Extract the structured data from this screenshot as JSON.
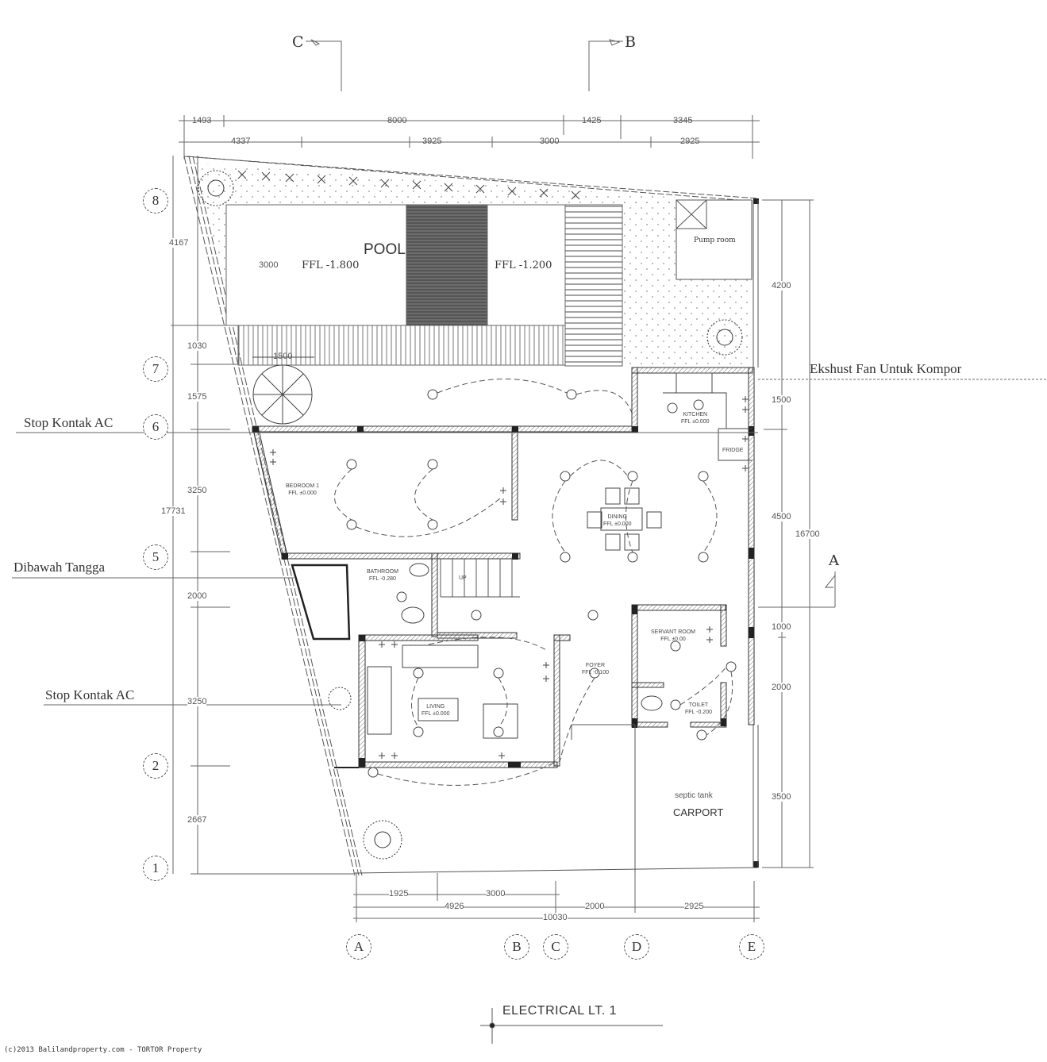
{
  "drawing": {
    "title": "ELECTRICAL LT. 1",
    "copyright": "(c)2013  Balilandproperty.com - TORTOR Property"
  },
  "section_markers": {
    "top_left": "C",
    "top_right": "B",
    "right": "A"
  },
  "dimensions": {
    "top_row1": [
      "1493",
      "8000",
      "1425",
      "3345"
    ],
    "top_row2": [
      "4337",
      "3925",
      "3000",
      "2925"
    ],
    "bottom_row1": [
      "1925",
      "3000"
    ],
    "bottom_row2": [
      "4926",
      "2000",
      "2925"
    ],
    "bottom_total": "10030",
    "left_outer": [
      "4167",
      "1030",
      "1575",
      "3250",
      "2000",
      "3250",
      "2667"
    ],
    "left_total": "17731",
    "right_inner": [
      "4200",
      "1500",
      "4500",
      "1000",
      "2000",
      "3500"
    ],
    "right_total": "16700",
    "pool_depth": "3000",
    "stair_width": "1500"
  },
  "grid": {
    "rows": [
      "8",
      "7",
      "6",
      "5",
      "2",
      "1"
    ],
    "columns": [
      "A",
      "B",
      "C",
      "D",
      "E"
    ]
  },
  "rooms": {
    "pool": {
      "name": "POOL",
      "ffl_left": "FFL -1.800",
      "ffl_right": "FFL -1.200"
    },
    "pump_room": "Pump room",
    "kitchen": {
      "name": "KITCHEN",
      "ffl": "FFL ±0.000"
    },
    "fridge": "FRIDGE",
    "bedroom": {
      "name": "BEDROOM 1",
      "ffl": "FFL ±0.000"
    },
    "dining": {
      "name": "DINING",
      "ffl": "FFL ±0.000"
    },
    "bathroom": {
      "name": "BATHROOM",
      "ffl": "FFL -0.280"
    },
    "stair_up": "UP",
    "living": {
      "name": "LIVING",
      "ffl": "FFL ±0.000"
    },
    "foyer": {
      "name": "FOYER",
      "ffl": "FFL -0.100"
    },
    "servant_room": {
      "name": "SERVANT ROOM",
      "ffl": "FFL ±0.00"
    },
    "toilet": {
      "name": "TOILET",
      "ffl": "FFL -0.200"
    },
    "carport": {
      "name": "CARPORT",
      "note": "septic tank"
    }
  },
  "callouts": {
    "exhaust_fan": "Ekshust Fan Untuk Kompor",
    "ac_outlet_1": "Stop Kontak AC",
    "under_stairs": "Dibawah Tangga",
    "ac_outlet_2": "Stop Kontak AC"
  }
}
